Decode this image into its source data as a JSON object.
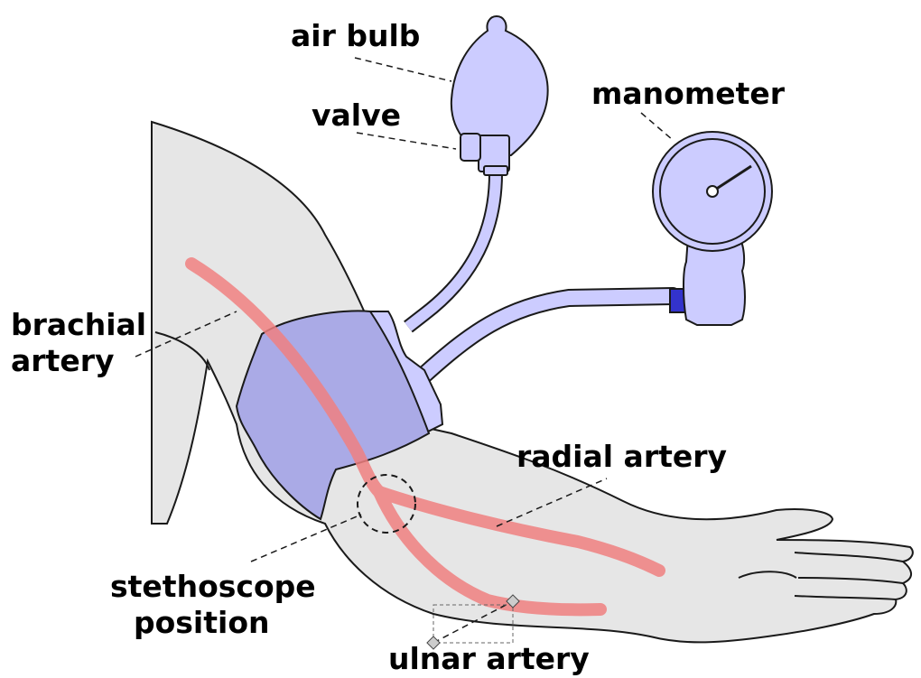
{
  "labels": {
    "air_bulb": "air bulb",
    "valve": "valve",
    "manometer": "manometer",
    "brachial_artery_line1": "brachial",
    "brachial_artery_line2": "artery",
    "radial_artery": "radial artery",
    "stethoscope_line1": "stethoscope",
    "stethoscope_line2": "position",
    "ulnar_artery": "ulnar artery"
  },
  "colors": {
    "skin": "#e6e6e6",
    "outline": "#1a1a1a",
    "device": "#ccccff",
    "cuff": "#aaaae6",
    "artery": "#f08080",
    "connector": "#3333cc"
  }
}
